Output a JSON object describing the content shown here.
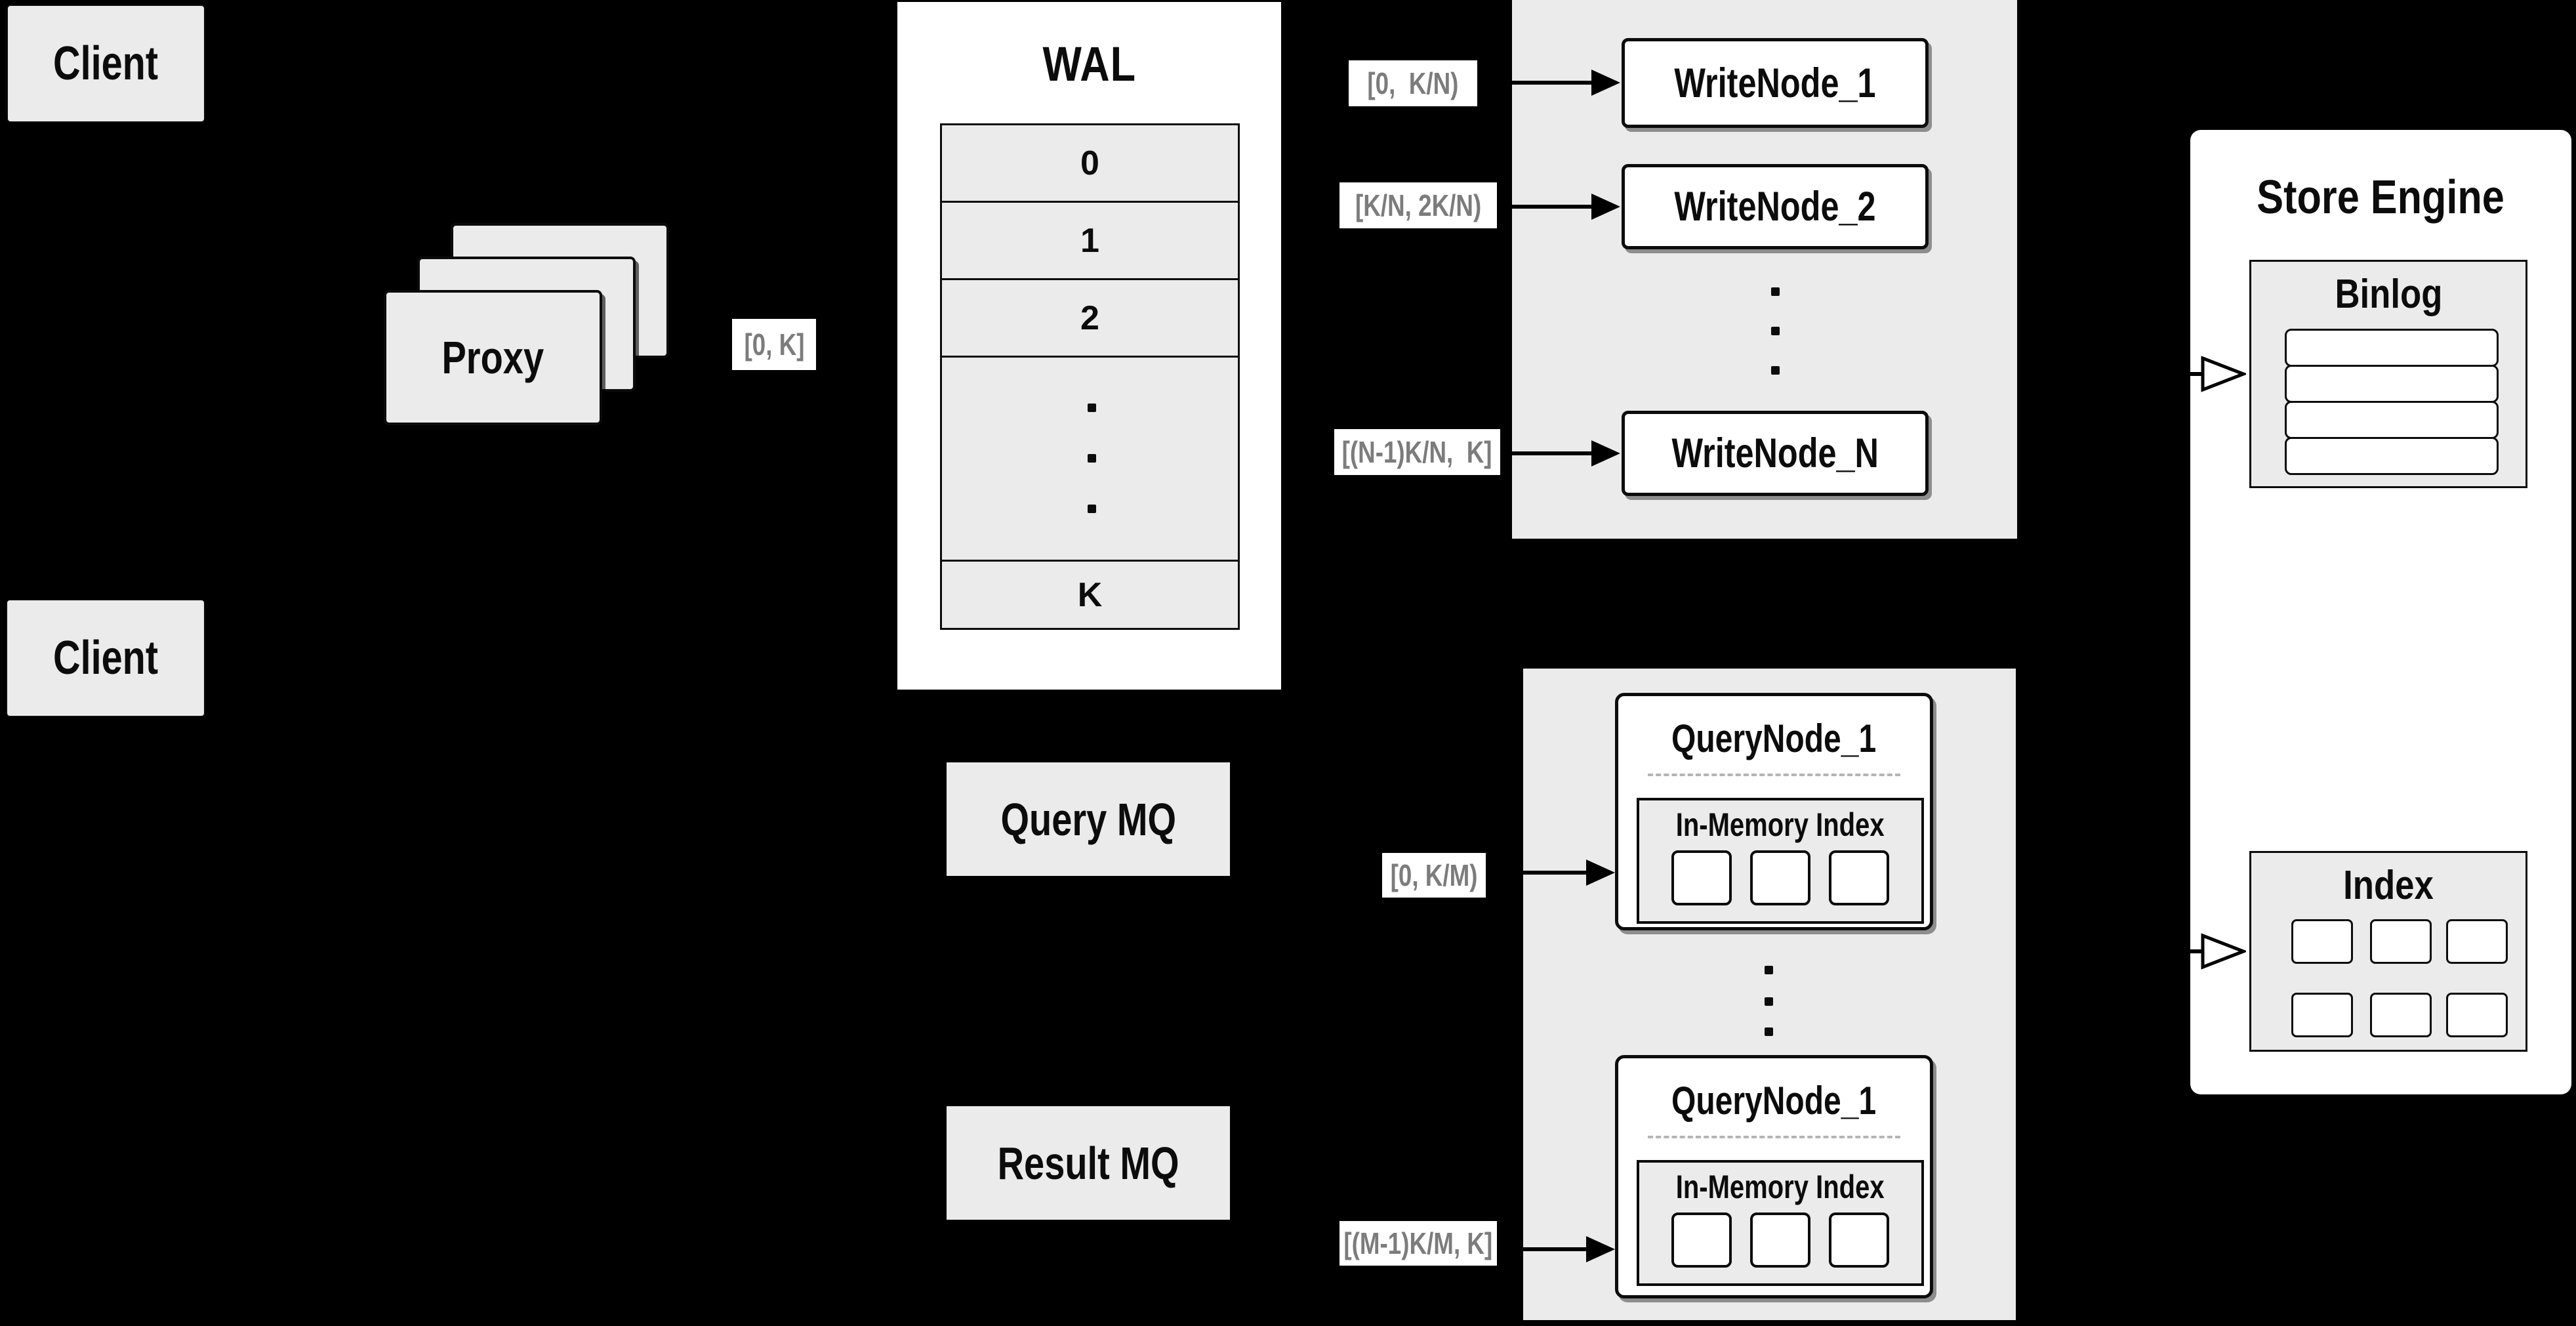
{
  "colors": {
    "background": "#000000",
    "panel_white": "#ffffff",
    "box_fill": "#ebebeb",
    "line_black": "#0c0c0c",
    "range_label_text": "#7c7c7c",
    "dashed_separator": "#b5b5b5"
  },
  "clients": [
    {
      "label": "Client"
    },
    {
      "label": "Client"
    }
  ],
  "proxy": {
    "label": "Proxy",
    "range": "[0, K]"
  },
  "wal": {
    "title": "WAL",
    "cells": [
      "0",
      "1",
      "2"
    ],
    "tail_cell": "K"
  },
  "write_cluster": {
    "nodes": [
      {
        "name": "WriteNode_1",
        "range": "[0,  K/N)"
      },
      {
        "name": "WriteNode_2",
        "range": "[K/N, 2K/N)"
      },
      {
        "name": "WriteNode_N",
        "range": "[(N-1)K/N,  K]"
      }
    ]
  },
  "mq": {
    "query_label": "Query MQ",
    "result_label": "Result MQ"
  },
  "query_cluster": {
    "nodes": [
      {
        "name": "QueryNode_1",
        "memory_title": "In-Memory Index",
        "range": "[0, K/M)"
      },
      {
        "name": "QueryNode_1",
        "memory_title": "In-Memory Index",
        "range": "[(M-1)K/M, K]"
      }
    ]
  },
  "store_engine": {
    "title": "Store Engine",
    "binlog_title": "Binlog",
    "index_title": "Index"
  }
}
